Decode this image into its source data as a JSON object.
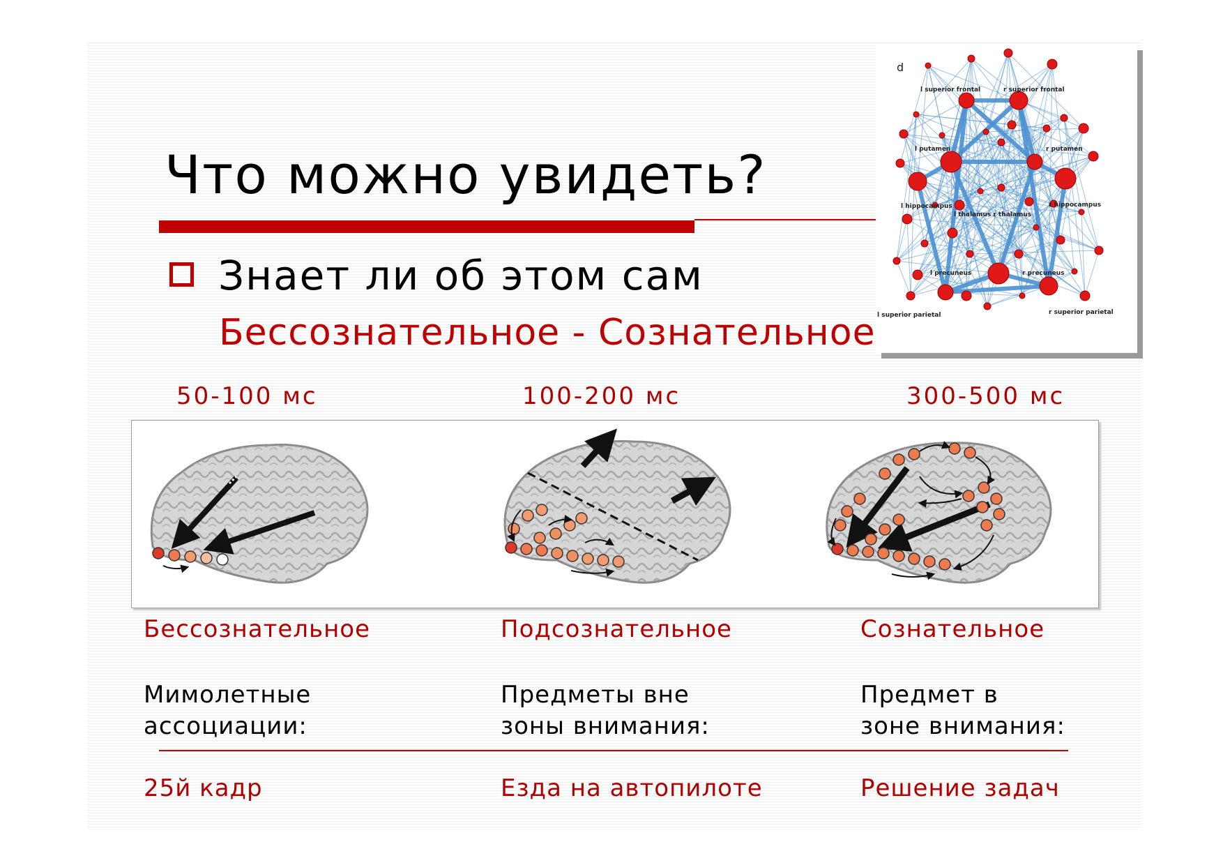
{
  "title": "Что можно увидеть?",
  "bullet": "Знает ли об этом сам",
  "subtitle": "Бессознательное - Сознательное",
  "accent_color": "#c00000",
  "network": {
    "panel_letter": "d",
    "labels": {
      "l_superior_frontal": "l superior frontal",
      "r_superior_frontal": "r superior frontal",
      "l_putamen": "l putamen",
      "r_putamen": "r putamen",
      "l_hippocampus": "l hippocampus",
      "r_hippocampus": "r hippocampus",
      "thalamus": "l thalamus  r thalamus",
      "l_precuneus": "l precuneus",
      "r_precuneus": "r precuneus",
      "l_superior_parietal": "l superior parietal",
      "r_superior_parietal": "r superior parietal"
    }
  },
  "columns": [
    {
      "time": "50-100 мс",
      "label": "Бессознательное",
      "desc_line1": "Мимолетные",
      "desc_line2": "ассоциации:",
      "example": "25й кадр"
    },
    {
      "time": "100-200 мс",
      "label": "Подсознательное",
      "desc_line1": "Предметы вне",
      "desc_line2": "зоны внимания:",
      "example": "Езда на автопилоте"
    },
    {
      "time": "300-500 мс",
      "label": "Сознательное",
      "desc_line1": "Предмет в",
      "desc_line2": "зоне внимания:",
      "example": "Решение задач"
    }
  ]
}
